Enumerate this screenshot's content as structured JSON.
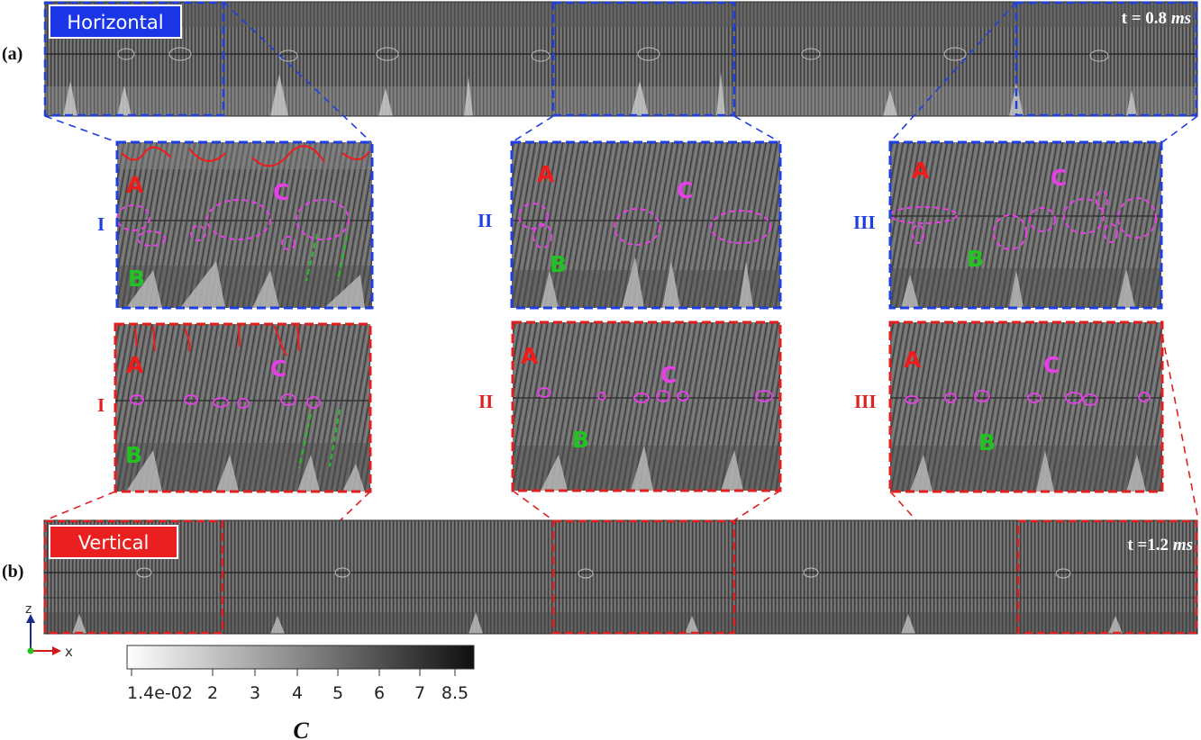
{
  "panels": {
    "a": {
      "label": "(a)",
      "badge": "Horizontal",
      "time_prefix": "t = 0.8 ",
      "time_unit": "ms",
      "accent": "#1f3fe0",
      "badge_color": "#1a36e6"
    },
    "b": {
      "label": "(b)",
      "badge": "Vertical",
      "time_prefix": "t =1.2 ",
      "time_unit": "ms",
      "accent": "#e02020",
      "badge_color": "#ea1f1f"
    }
  },
  "zooms": {
    "horizontal": [
      {
        "roman": "I",
        "A": "A",
        "B": "B",
        "C": "C"
      },
      {
        "roman": "II",
        "A": "A",
        "B": "B",
        "C": "C"
      },
      {
        "roman": "III",
        "A": "A",
        "B": "B",
        "C": "C"
      }
    ],
    "vertical": [
      {
        "roman": "I",
        "A": "A",
        "B": "B",
        "C": "C"
      },
      {
        "roman": "II",
        "A": "A",
        "B": "B",
        "C": "C"
      },
      {
        "roman": "III",
        "A": "A",
        "B": "B",
        "C": "C"
      }
    ]
  },
  "annotation_colors": {
    "A": "#ee1c1c",
    "B": "#22c222",
    "C": "#e83ee8"
  },
  "axes": {
    "z": "z",
    "x": "x"
  },
  "colorbar": {
    "ticks": [
      "1.4e-02",
      "2",
      "3",
      "4",
      "5",
      "6",
      "7",
      "8.5"
    ],
    "label": "C",
    "from": "#ffffff",
    "to": "#0f0f0f"
  }
}
